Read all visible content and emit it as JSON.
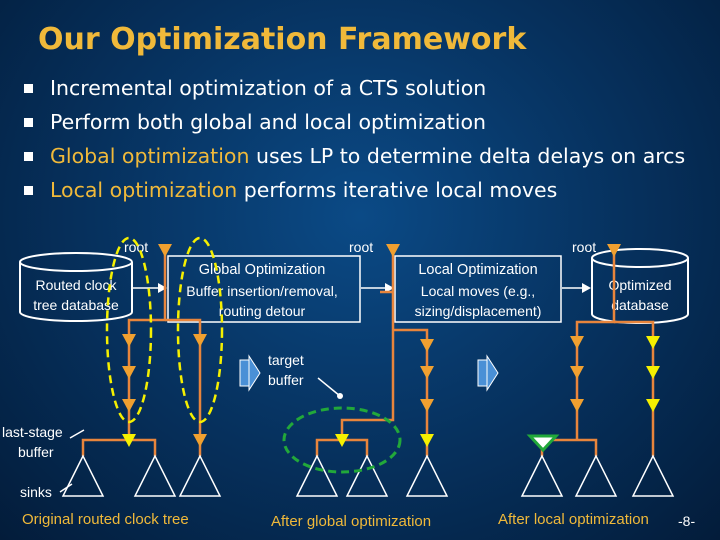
{
  "slide": {
    "title": "Our Optimization Framework",
    "page_number": "-8-",
    "bullets": [
      {
        "highlight": "",
        "text": "Incremental optimization of a CTS solution"
      },
      {
        "highlight": "",
        "text": "Perform both global and local optimization"
      },
      {
        "highlight": "Global optimization",
        "text": " uses LP to determine delta delays on arcs"
      },
      {
        "highlight": "Local optimization",
        "text": " performs iterative local moves"
      }
    ]
  },
  "diagram": {
    "db_left": {
      "line1": "Routed clock",
      "line2": "tree database"
    },
    "db_right": {
      "line1": "Optimized",
      "line2": "database"
    },
    "global_box": {
      "title": "Global Optimization",
      "line1": "Buffer insertion/removal,",
      "line2": "routing detour"
    },
    "local_box": {
      "title": "Local Optimization",
      "line1": "Local moves (e.g.,",
      "line2": "sizing/displacement)"
    },
    "root_label": "root",
    "target_buffer": {
      "line1": "target",
      "line2": "buffer"
    },
    "last_stage": {
      "line1": "last-stage",
      "line2": "buffer"
    },
    "sinks_label": "sinks",
    "captions": {
      "original": "Original routed clock tree",
      "global": "After global optimization",
      "local": "After local optimization"
    }
  },
  "colors": {
    "title": "#f0b93a",
    "wire": "#e8853c",
    "buffer_orange": "#f0a030",
    "buffer_yellow": "#f5f000",
    "highlight_green": "#22a83a"
  }
}
